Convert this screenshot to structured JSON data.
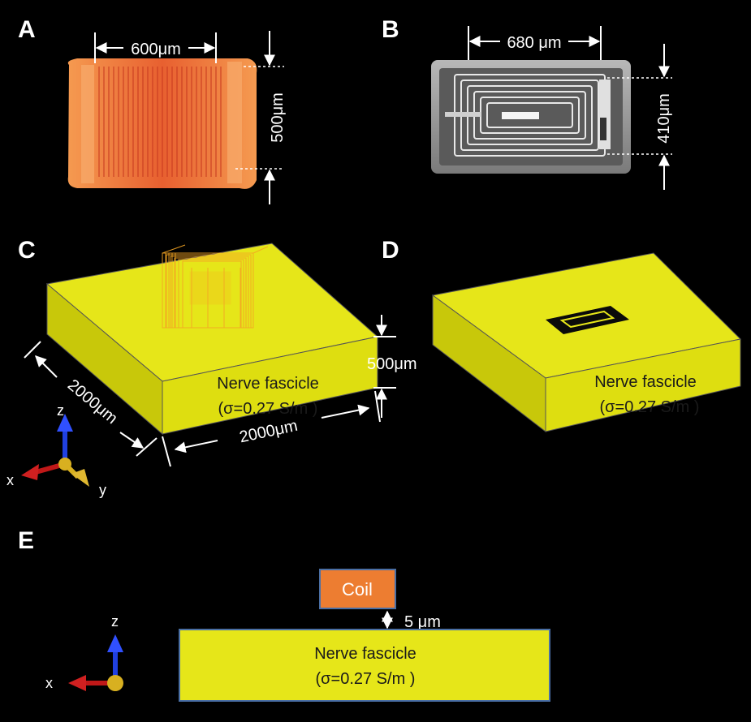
{
  "panels": {
    "a": {
      "letter": "A",
      "width_label": "600μm",
      "height_label": "500μm"
    },
    "b": {
      "letter": "B",
      "width_label": "680 μm",
      "height_label": "410μm"
    },
    "c": {
      "letter": "C",
      "block_label_line1": "Nerve fascicle",
      "block_label_line2": "(σ=0.27 S/m )",
      "thickness_label": "500μm",
      "depth_label": "2000μm",
      "width_label": "2000μm",
      "axis_z": "z",
      "axis_x": "x",
      "axis_y": "y"
    },
    "d": {
      "letter": "D",
      "block_label_line1": "Nerve fascicle",
      "block_label_line2": "(σ=0.27 S/m )"
    },
    "e": {
      "letter": "E",
      "coil_label": "Coil",
      "gap_label": "5 μm",
      "block_label_line1": "Nerve fascicle",
      "block_label_line2": "(σ=0.27 S/m )",
      "axis_z": "z",
      "axis_x": "x"
    }
  },
  "colors": {
    "background": "#000000",
    "block_top": "#e6e619",
    "block_side_front": "#dede10",
    "block_side_left": "#c8c80a",
    "coil_wire": "#f5a623",
    "coil_box": "#ed7d31",
    "photo_coil": "#f07040",
    "chip_gray": "#9a9a9a",
    "axis_z": "#2040e0",
    "axis_x": "#c01818",
    "axis_y": "#d8b020",
    "text_dark": "#1a1a1a",
    "annotation": "#ffffff"
  }
}
